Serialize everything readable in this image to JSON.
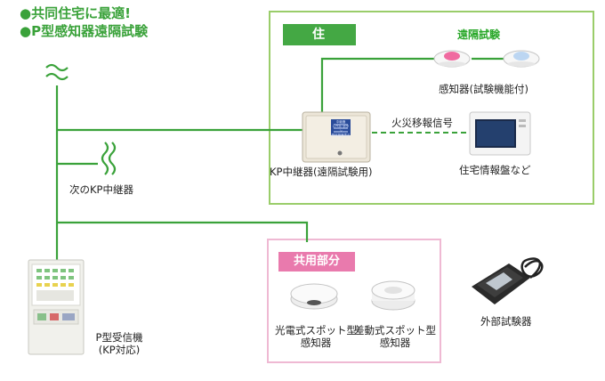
{
  "headline": {
    "line1": "●共同住宅に最適!",
    "line2": "●P型感知器遠隔試験"
  },
  "dwelling_box": {
    "title": "住　戸",
    "remote_test_title": "遠隔試験",
    "detector_label": "感知器(試験機能付)",
    "relay_label": "KP中継器(遠隔試験用)",
    "fire_signal_label": "火災移報信号",
    "panel_label": "住宅情報盤など",
    "relay_panel_text": [
      "中継器",
      "レベル ボタン",
      "受信機器表示"
    ]
  },
  "next_relay_label": "次のKP中継器",
  "common_box": {
    "title": "共用部分",
    "photo_detector_label": "光電式スポット型\n感知器",
    "diff_detector_label": "差動式スポット型\n感知器"
  },
  "receiver_label": "P型受信機\n(KP対応)",
  "tester_label": "外部試験器",
  "colors": {
    "accent_green": "#44a844",
    "line_green": "#3aa23a",
    "box_green": "#9acd6a",
    "box_pink": "#efb9d3",
    "tag_pink": "#e97aad"
  }
}
